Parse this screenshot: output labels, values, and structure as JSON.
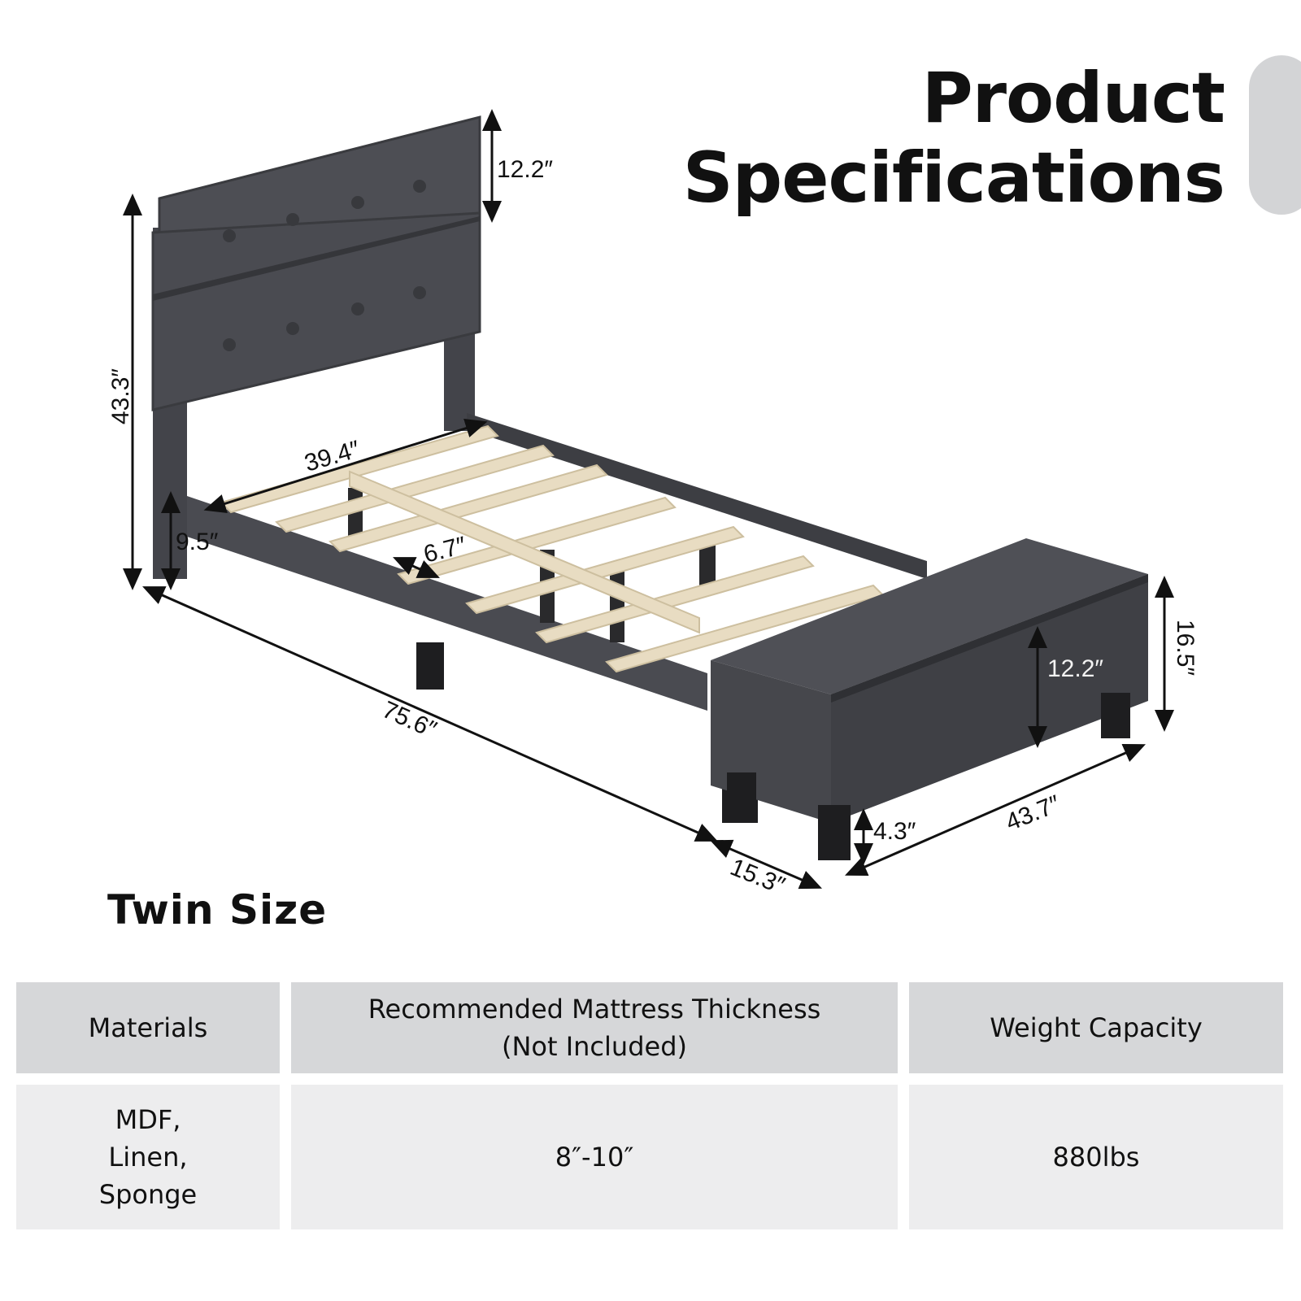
{
  "title": {
    "line1": "Product",
    "line2": "Specifications"
  },
  "size_label": "Twin Size",
  "dimensions": {
    "headboard_panel_height": "12.2″",
    "total_height": "43.3″",
    "slat_length": "39.4″",
    "side_rail_height": "9.5″",
    "slat_gap": "6.7″",
    "bed_length": "75.6″",
    "bench_depth": "15.3″",
    "bench_width": "43.7″",
    "bench_leg_height": "4.3″",
    "bench_box_height": "12.2″",
    "bench_total_height": "16.5″"
  },
  "spec_table": {
    "headers": [
      "Materials",
      "Recommended Mattress Thickness\n(Not Included)",
      "Weight Capacity"
    ],
    "values": [
      "MDF,\nLinen,\nSponge",
      "8″-10″",
      "880lbs"
    ]
  },
  "colors": {
    "fabric": "#4a4b50",
    "fabric_dark": "#3a3b3f",
    "wood": "#e8dcc2",
    "leg": "#1e1e20",
    "table_header": "#d6d7d9",
    "table_body": "#ededee"
  }
}
